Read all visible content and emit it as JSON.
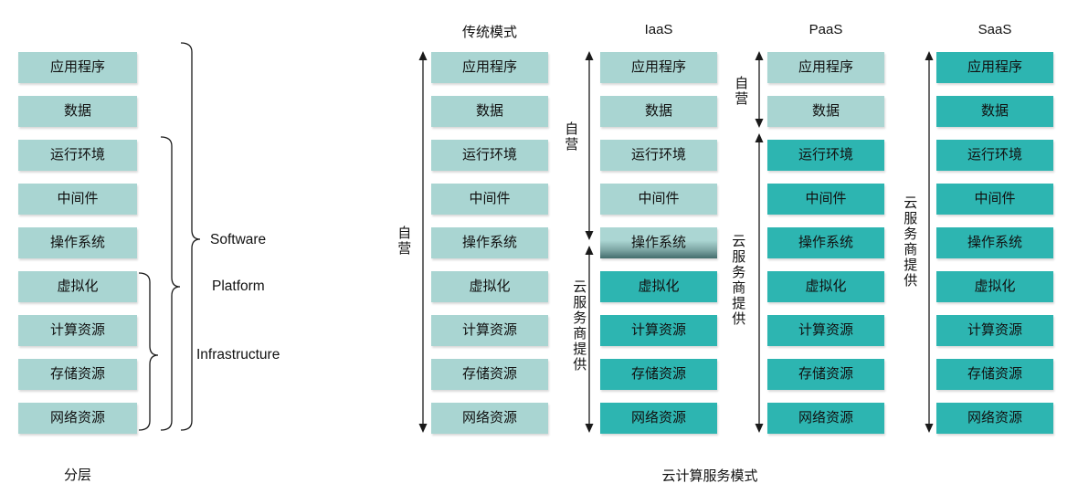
{
  "diagram": {
    "left_caption": "分层",
    "right_caption": "云计算服务模式"
  },
  "layers": [
    "应用程序",
    "数据",
    "运行环境",
    "中间件",
    "操作系统",
    "虚拟化",
    "计算资源",
    "存储资源",
    "网络资源"
  ],
  "groups": [
    {
      "id": "software",
      "label": "Software",
      "layers_spanned": "应用程序–网络资源"
    },
    {
      "id": "platform",
      "label": "Platform",
      "layers_spanned": "运行环境–网络资源"
    },
    {
      "id": "infrastructure",
      "label": "Infrastructure",
      "layers_spanned": "虚拟化–网络资源"
    }
  ],
  "legend_labels": {
    "self": "自营",
    "provider": "云服务商提供"
  },
  "columns": [
    {
      "id": "layers",
      "title": "",
      "modes": [
        "base",
        "base",
        "base",
        "base",
        "base",
        "base",
        "base",
        "base",
        "base"
      ]
    },
    {
      "id": "traditional",
      "title": "传统模式",
      "self_label": "自营",
      "modes": [
        "self",
        "self",
        "self",
        "self",
        "self",
        "self",
        "self",
        "self",
        "self"
      ]
    },
    {
      "id": "iaas",
      "title": "IaaS",
      "self_label": "自营",
      "provider_label": "云服务商提供",
      "modes": [
        "self",
        "self",
        "self",
        "self",
        "split",
        "provider",
        "provider",
        "provider",
        "provider"
      ]
    },
    {
      "id": "paas",
      "title": "PaaS",
      "self_label": "自营",
      "provider_label": "云服务商提供",
      "modes": [
        "self",
        "self",
        "provider",
        "provider",
        "provider",
        "provider",
        "provider",
        "provider",
        "provider"
      ]
    },
    {
      "id": "saas",
      "title": "SaaS",
      "provider_label": "云服务商提供",
      "modes": [
        "provider",
        "provider",
        "provider",
        "provider",
        "provider",
        "provider",
        "provider",
        "provider",
        "provider"
      ]
    }
  ],
  "colors": {
    "self_managed": "#a9d5d2",
    "provider": "#2db5b1",
    "split_top": "#abd6d3",
    "split_bottom": "#436c6c",
    "line": "#1a1a1a",
    "text": "#111111",
    "background": "#ffffff"
  }
}
